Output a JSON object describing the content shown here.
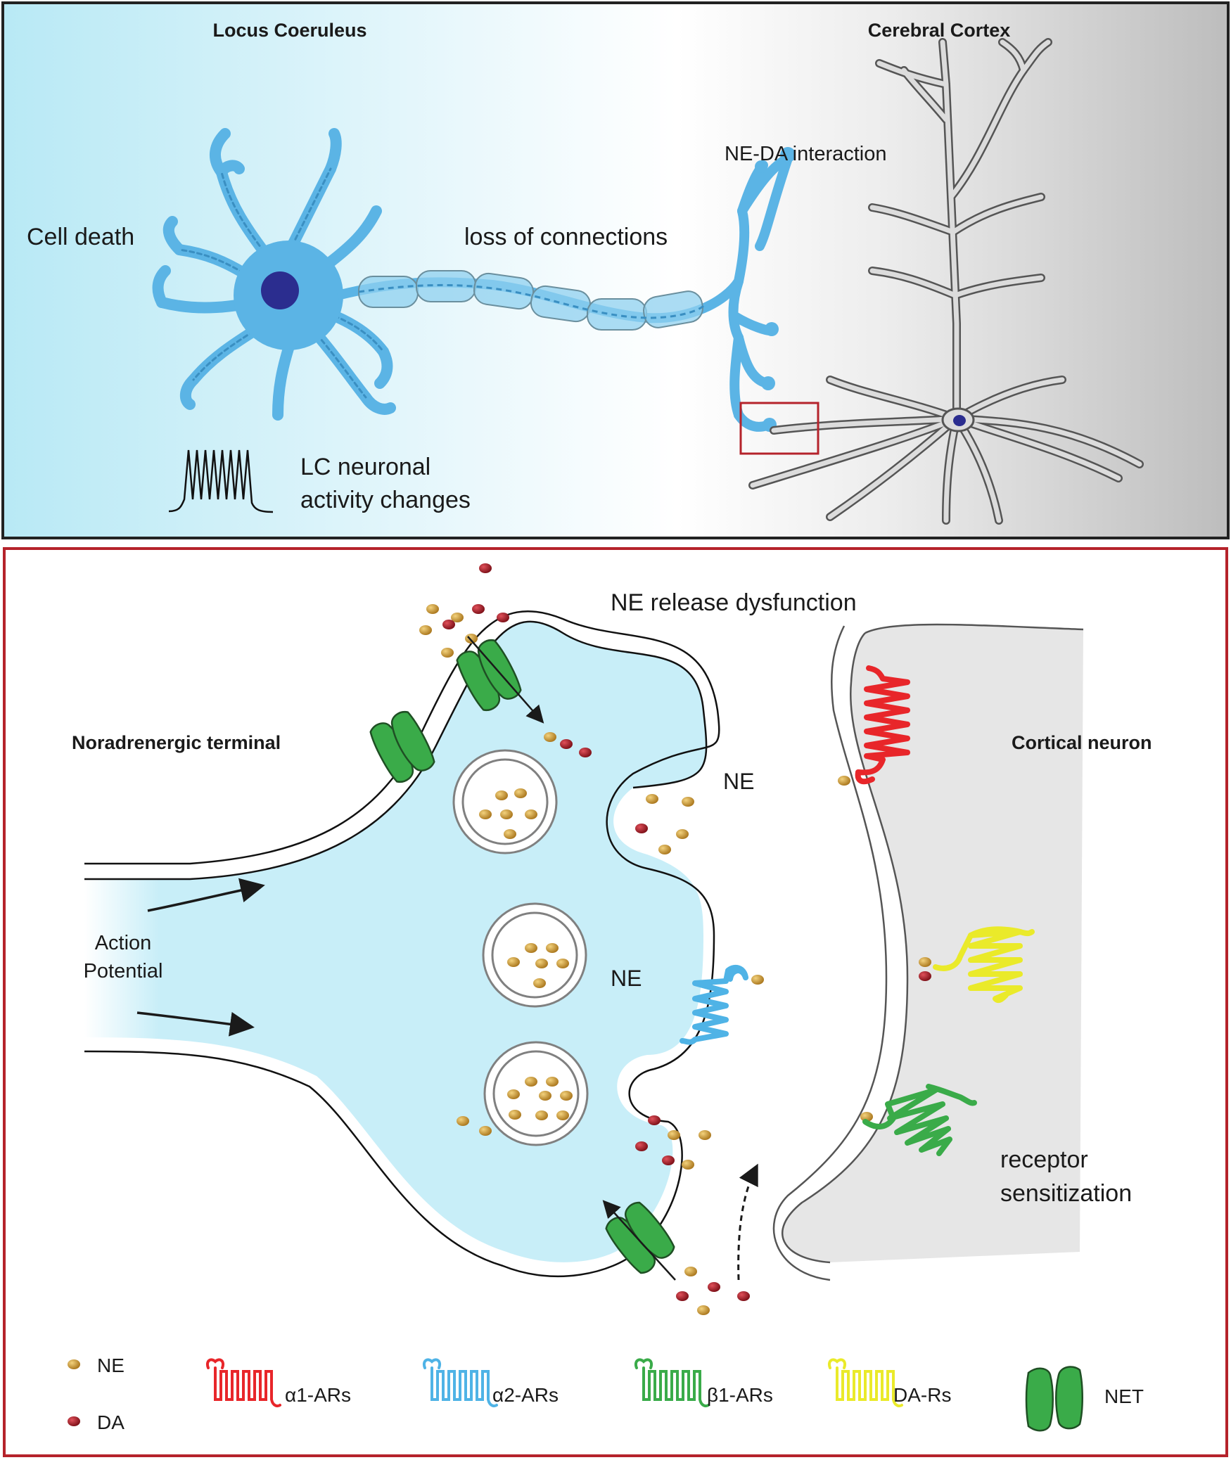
{
  "top_panel": {
    "region_left": "Locus Coeruleus",
    "region_right": "Cerebral Cortex",
    "cell_death": "Cell death",
    "loss_of_connections": "loss of connections",
    "ne_da_interaction": "NE-DA interaction",
    "activity_line1": "LC neuronal",
    "activity_line2": "activity changes",
    "colors": {
      "lc_neuron": "#5bb4e5",
      "nucleus": "#2b2d8f",
      "cortical_neuron": "#d8d8d8",
      "highlight_box": "#b5232b"
    }
  },
  "bottom_panel": {
    "release_dysfunction": "NE release dysfunction",
    "noradrenergic_terminal": "Noradrenergic terminal",
    "cortical_neuron": "Cortical neuron",
    "ne_cleft": "NE",
    "ne_vesicle": "NE",
    "action_line1": "Action",
    "action_line2": "Potential",
    "sensitization_line1": "receptor",
    "sensitization_line2": "sensitization"
  },
  "legend": {
    "ne": "NE",
    "da": "DA",
    "alpha1": "α1-ARs",
    "alpha2": "α2-ARs",
    "beta1": "β1-ARs",
    "dars": "DA-Rs",
    "net": "NET"
  },
  "colors": {
    "ne": "#c8962f",
    "da": "#a01822",
    "alpha1": "#e8262a",
    "alpha2": "#4fb3e6",
    "beta1": "#3aab49",
    "dars": "#eaea2a",
    "net": "#3aab49",
    "frame_bottom": "#b5232b"
  }
}
